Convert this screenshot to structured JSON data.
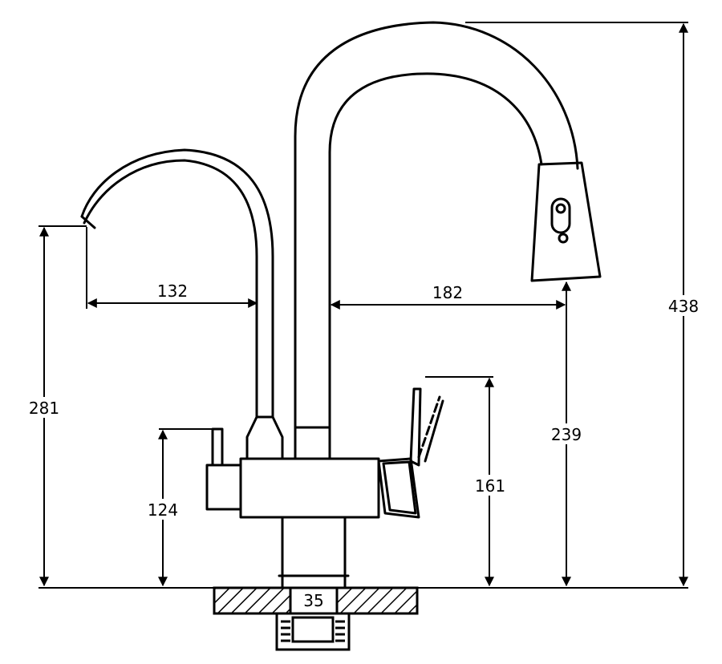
{
  "dimensions": {
    "small_spout_reach": "132",
    "main_spout_reach": "182",
    "total_height": "438",
    "small_spout_height": "281",
    "main_spout_outlet_height": "239",
    "handle_height": "161",
    "side_lever_height": "124",
    "base_diameter": "35"
  }
}
